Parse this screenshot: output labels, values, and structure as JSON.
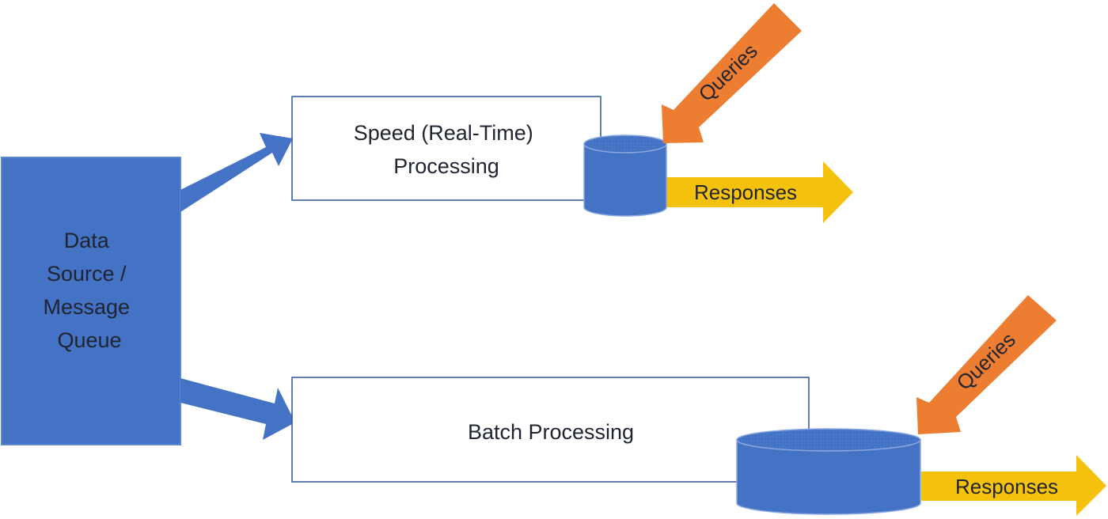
{
  "source": {
    "lines": [
      "Data",
      "Source /",
      "Message",
      "Queue"
    ]
  },
  "speed": {
    "lines": [
      "Speed (Real-Time)",
      "Processing"
    ]
  },
  "batch": {
    "label": "Batch Processing"
  },
  "speed_store": {
    "queries_label": "Queries",
    "responses_label": "Responses"
  },
  "batch_store": {
    "queries_label": "Queries",
    "responses_label": "Responses"
  },
  "colors": {
    "blue": "#4472c4",
    "blue_dark": "#2f5597",
    "box_border": "#2f5597",
    "orange": "#ed7d31",
    "yellow": "#f4c20d"
  }
}
